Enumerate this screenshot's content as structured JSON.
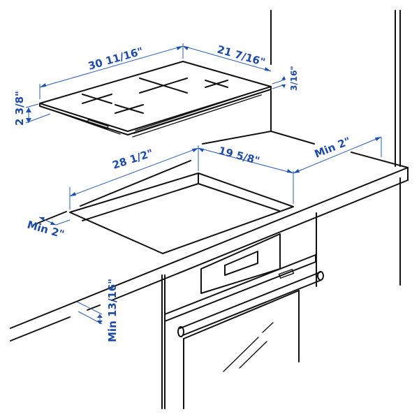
{
  "diagram": {
    "subject": "Induction cooktop installation dimensions above built-in oven",
    "line_color": "#111111",
    "dimension_color": "#1e4aa8",
    "components": [
      "cooktop",
      "countertop",
      "cutout",
      "wall",
      "oven"
    ],
    "cooktop": {
      "width_label": "30 11/16\"",
      "depth_label": "21 7/16\"",
      "height_label": "2 3/8\"",
      "glass_thickness_label": "3/16\""
    },
    "cutout": {
      "width_label": "28 1/2\"",
      "depth_label": "19 5/8\"",
      "front_clearance_label": "Min 2\"",
      "rear_clearance_label": "Min 2\""
    },
    "countertop": {
      "min_thickness_label": "Min 13/16\""
    }
  }
}
